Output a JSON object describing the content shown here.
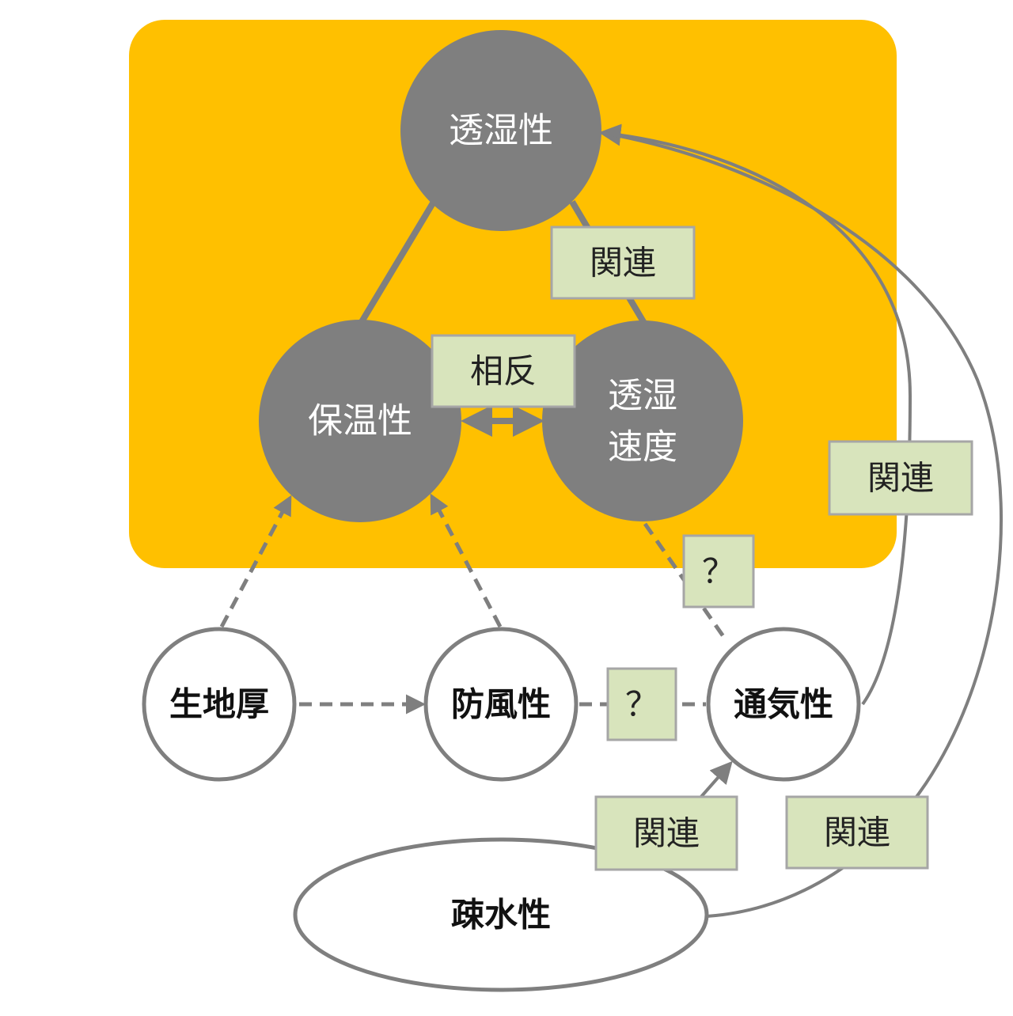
{
  "colors": {
    "panel": "#FFC000",
    "core_node": "#7F7F7F",
    "label_box": "#D8E4BC",
    "edge": "#7F7F7F"
  },
  "nodes": {
    "moisture_permeability": "透湿性",
    "heat_retention": "保温性",
    "moisture_speed_line1": "透湿",
    "moisture_speed_line2": "速度",
    "fabric_thickness": "生地厚",
    "windproof": "防風性",
    "breathability": "通気性",
    "water_repellency": "疎水性"
  },
  "edge_labels": {
    "permeability_speed": "関連",
    "heat_speed": "相反",
    "speed_breath": "？",
    "wind_breath": "？",
    "breath_permeability": "関連",
    "repellency_breath": "関連",
    "repellency_permeability": "関連"
  }
}
